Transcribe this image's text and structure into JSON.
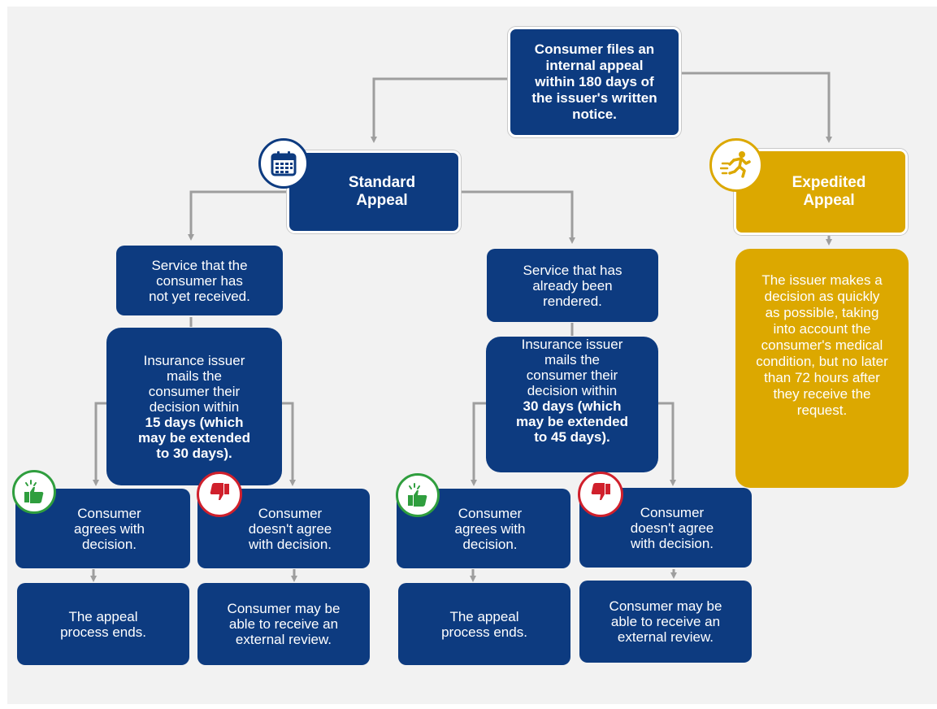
{
  "top": {
    "text": "Consumer files an\ninternal appeal\nwithin 180 days of\nthe issuer's written\nnotice."
  },
  "standard": {
    "title": "Standard\nAppeal",
    "icon": "calendar-icon",
    "left": {
      "service": "Service that the\nconsumer has\nnot yet received.",
      "mail_intro": "Insurance issuer\nmails the\nconsumer their\ndecision within",
      "mail_bold": "15 days (which\nmay be extended\nto 30 days).",
      "agree": "Consumer\nagrees with\ndecision.",
      "disagree": "Consumer\ndoesn't agree\nwith decision.",
      "agree_result": "The appeal\nprocess ends.",
      "disagree_result": "Consumer may be\nable to receive an\nexternal review."
    },
    "right": {
      "service": "Service that has\nalready been\nrendered.",
      "mail_intro": "Insurance issuer\nmails the\nconsumer their\ndecision within",
      "mail_bold": "30 days (which\nmay be extended\nto 45 days).",
      "agree": "Consumer\nagrees with\ndecision.",
      "disagree": "Consumer\ndoesn't agree\nwith decision.",
      "agree_result": "The appeal\nprocess ends.",
      "disagree_result": "Consumer may be\nable to receive an\nexternal review."
    }
  },
  "expedited": {
    "title": "Expedited\nAppeal",
    "icon": "running-person-icon",
    "text": "The issuer makes a\ndecision as quickly\nas possible, taking\ninto account the\nconsumer's medical\ncondition, but no later\nthan 72 hours after\nthey receive the\nrequest."
  },
  "colors": {
    "navy": "#0d3b80",
    "gold": "#dca800",
    "connector": "#9e9e9e",
    "agree_green": "#2f9e3e",
    "disagree_red": "#d0202c",
    "background": "#f2f2f2"
  }
}
